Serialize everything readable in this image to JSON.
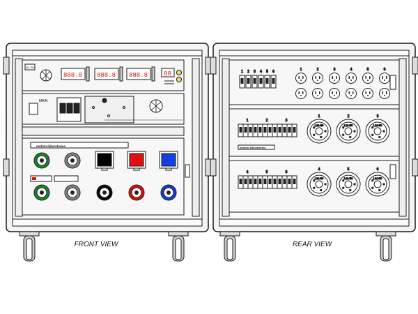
{
  "front": {
    "label": "FRONT VIEW",
    "meters": [
      {
        "readout": "888.8"
      },
      {
        "readout": "888.8"
      },
      {
        "readout": "888.8"
      }
    ],
    "small_readout": "88",
    "main_breaker_label": "MAIN",
    "brand_text": "motion laboratories",
    "tag_text": "ML-7507",
    "connectors_top": [
      {
        "color": "#1a8a2a",
        "kind": "round-green"
      },
      {
        "color": "#888888",
        "kind": "round-gray"
      },
      {
        "color": "#000000",
        "kind": "square-black"
      },
      {
        "color": "#e01010",
        "kind": "square-red"
      },
      {
        "color": "#1040e0",
        "kind": "square-blue"
      }
    ],
    "connectors_bottom": [
      {
        "color": "#1a8a2a",
        "kind": "round-green"
      },
      {
        "color": "#888888",
        "kind": "round-gray"
      },
      {
        "color": "#000000",
        "kind": "round-black"
      },
      {
        "color": "#e01010",
        "kind": "round-red"
      },
      {
        "color": "#1040e0",
        "kind": "round-blue"
      }
    ]
  },
  "rear": {
    "label": "REAR VIEW",
    "breaker_numbers_top": [
      "1",
      "2",
      "3",
      "4",
      "5",
      "6"
    ],
    "outlet_numbers": [
      "1",
      "2",
      "3",
      "4",
      "5",
      "6"
    ],
    "mid_group_numbers": [
      "1",
      "2",
      "3"
    ],
    "bot_group_numbers": [
      "4",
      "5",
      "6"
    ],
    "twistlock_numbers_mid": [
      "1",
      "2",
      "3"
    ],
    "twistlock_numbers_bot": [
      "4",
      "5",
      "6"
    ],
    "twistlock_text": "L21-30",
    "brand_text": "motion laboratories"
  },
  "colors": {
    "line": "#1a1a1a",
    "case": "#f2f2f2",
    "panel": "#e6e6e6",
    "accent_green": "#1a8a2a",
    "accent_red": "#e01010",
    "accent_blue": "#1040e0"
  }
}
